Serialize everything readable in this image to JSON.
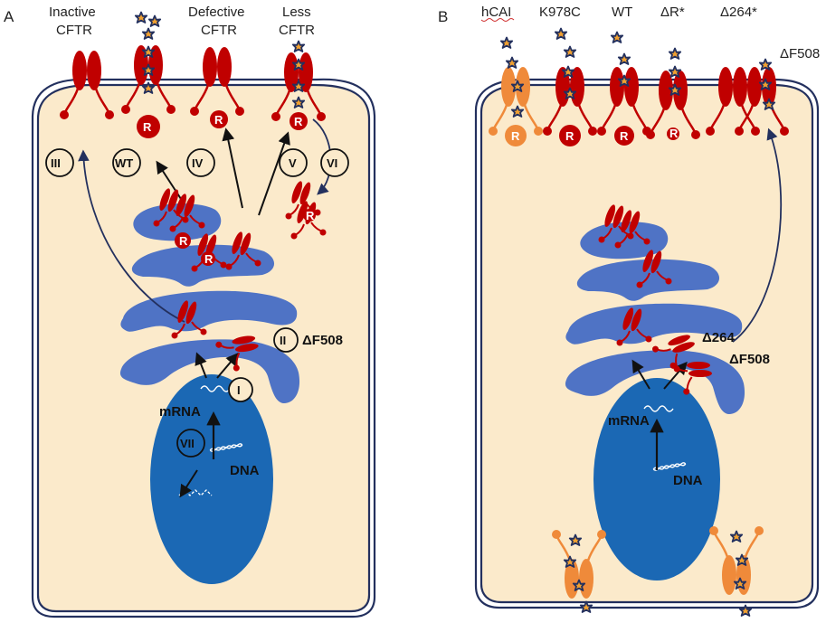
{
  "panel_a": {
    "letter": "A",
    "headers": {
      "inactive_line1": "Inactive",
      "inactive_line2": "CFTR",
      "defective_line1": "Defective",
      "defective_line2": "CFTR",
      "less_line1": "Less",
      "less_line2": "CFTR"
    },
    "steps": {
      "I": "I",
      "II": "II",
      "III": "III",
      "IV": "IV",
      "V": "V",
      "VI": "VI",
      "VII": "VII",
      "WT": "WT"
    },
    "mutation_label": "ΔF508",
    "mrna_label": "mRNA",
    "dna_label": "DNA",
    "regulatory_domain": "R"
  },
  "panel_b": {
    "letter": "B",
    "headers": {
      "hcai": "hCAI",
      "k978c": "K978C",
      "wt": "WT",
      "delta_r": "ΔR*",
      "delta264": "Δ264*",
      "df508_top": "ΔF508"
    },
    "delta264_label": "Δ264",
    "df508_label": "ΔF508",
    "mrna_label": "mRNA",
    "dna_label": "DNA",
    "regulatory_domain": "R"
  },
  "colors": {
    "cytoplasm": "#fbeacb",
    "membrane": "#1f2f55",
    "nucleus": "#1b68b4",
    "er_golgi": "#4f73c5",
    "cftr_red": "#c00000",
    "cftr_orange": "#ef8a3a",
    "star_fill": "#f0a030",
    "star_edge": "#23305e"
  },
  "icons": [
    "cftr-channel-icon",
    "cftr-chain-icon",
    "drug-star-icon",
    "dna-helix-icon",
    "mrna-wave-icon"
  ]
}
